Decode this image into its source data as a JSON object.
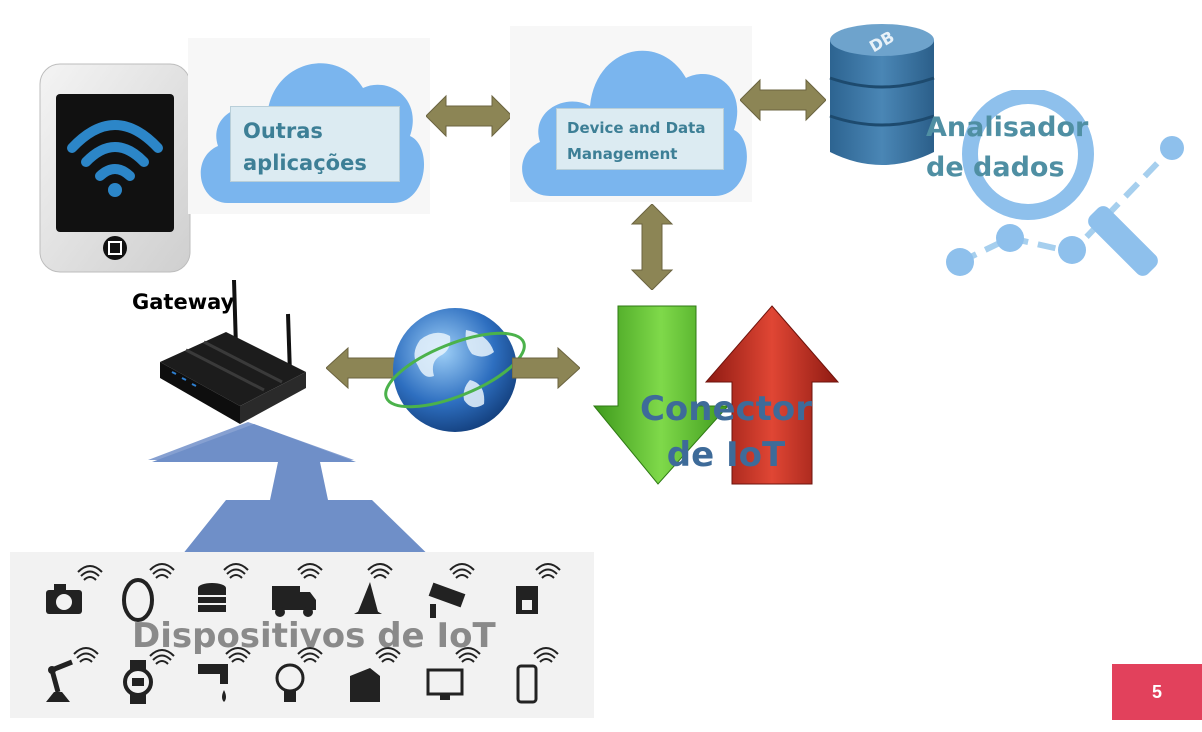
{
  "clouds": {
    "other_apps": "Outras\naplicações",
    "device_mgmt": "Device and Data\nManagement"
  },
  "database": {
    "label": "DB"
  },
  "analyzer": {
    "label": "Analisador\nde dados"
  },
  "gateway": {
    "label": "Gateway"
  },
  "connector": {
    "label": "Conector\nde IoT"
  },
  "devices": {
    "label": "Dispositivos de IoT"
  },
  "page_number": "5",
  "colors": {
    "cloud": "#7ab5ee",
    "arrow": "#8c8555",
    "teal_text": "#4f8fa3",
    "connector_text": "#3e6b99",
    "green_arrow": "#5cbf2a",
    "red_arrow": "#c92a1e",
    "badge": "#e2415c"
  },
  "icons": [
    "phone-wifi-icon",
    "cloud-icon",
    "database-icon",
    "magnifier-chart-icon",
    "router-icon",
    "globe-icon",
    "camera-icon",
    "ring-icon",
    "coins-icon",
    "truck-icon",
    "rocket-icon",
    "cctv-icon",
    "coffee-machine-icon",
    "robot-arm-icon",
    "smartwatch-icon",
    "faucet-icon",
    "lightbulb-icon",
    "mixer-icon",
    "monitor-icon",
    "smartphone-icon"
  ]
}
